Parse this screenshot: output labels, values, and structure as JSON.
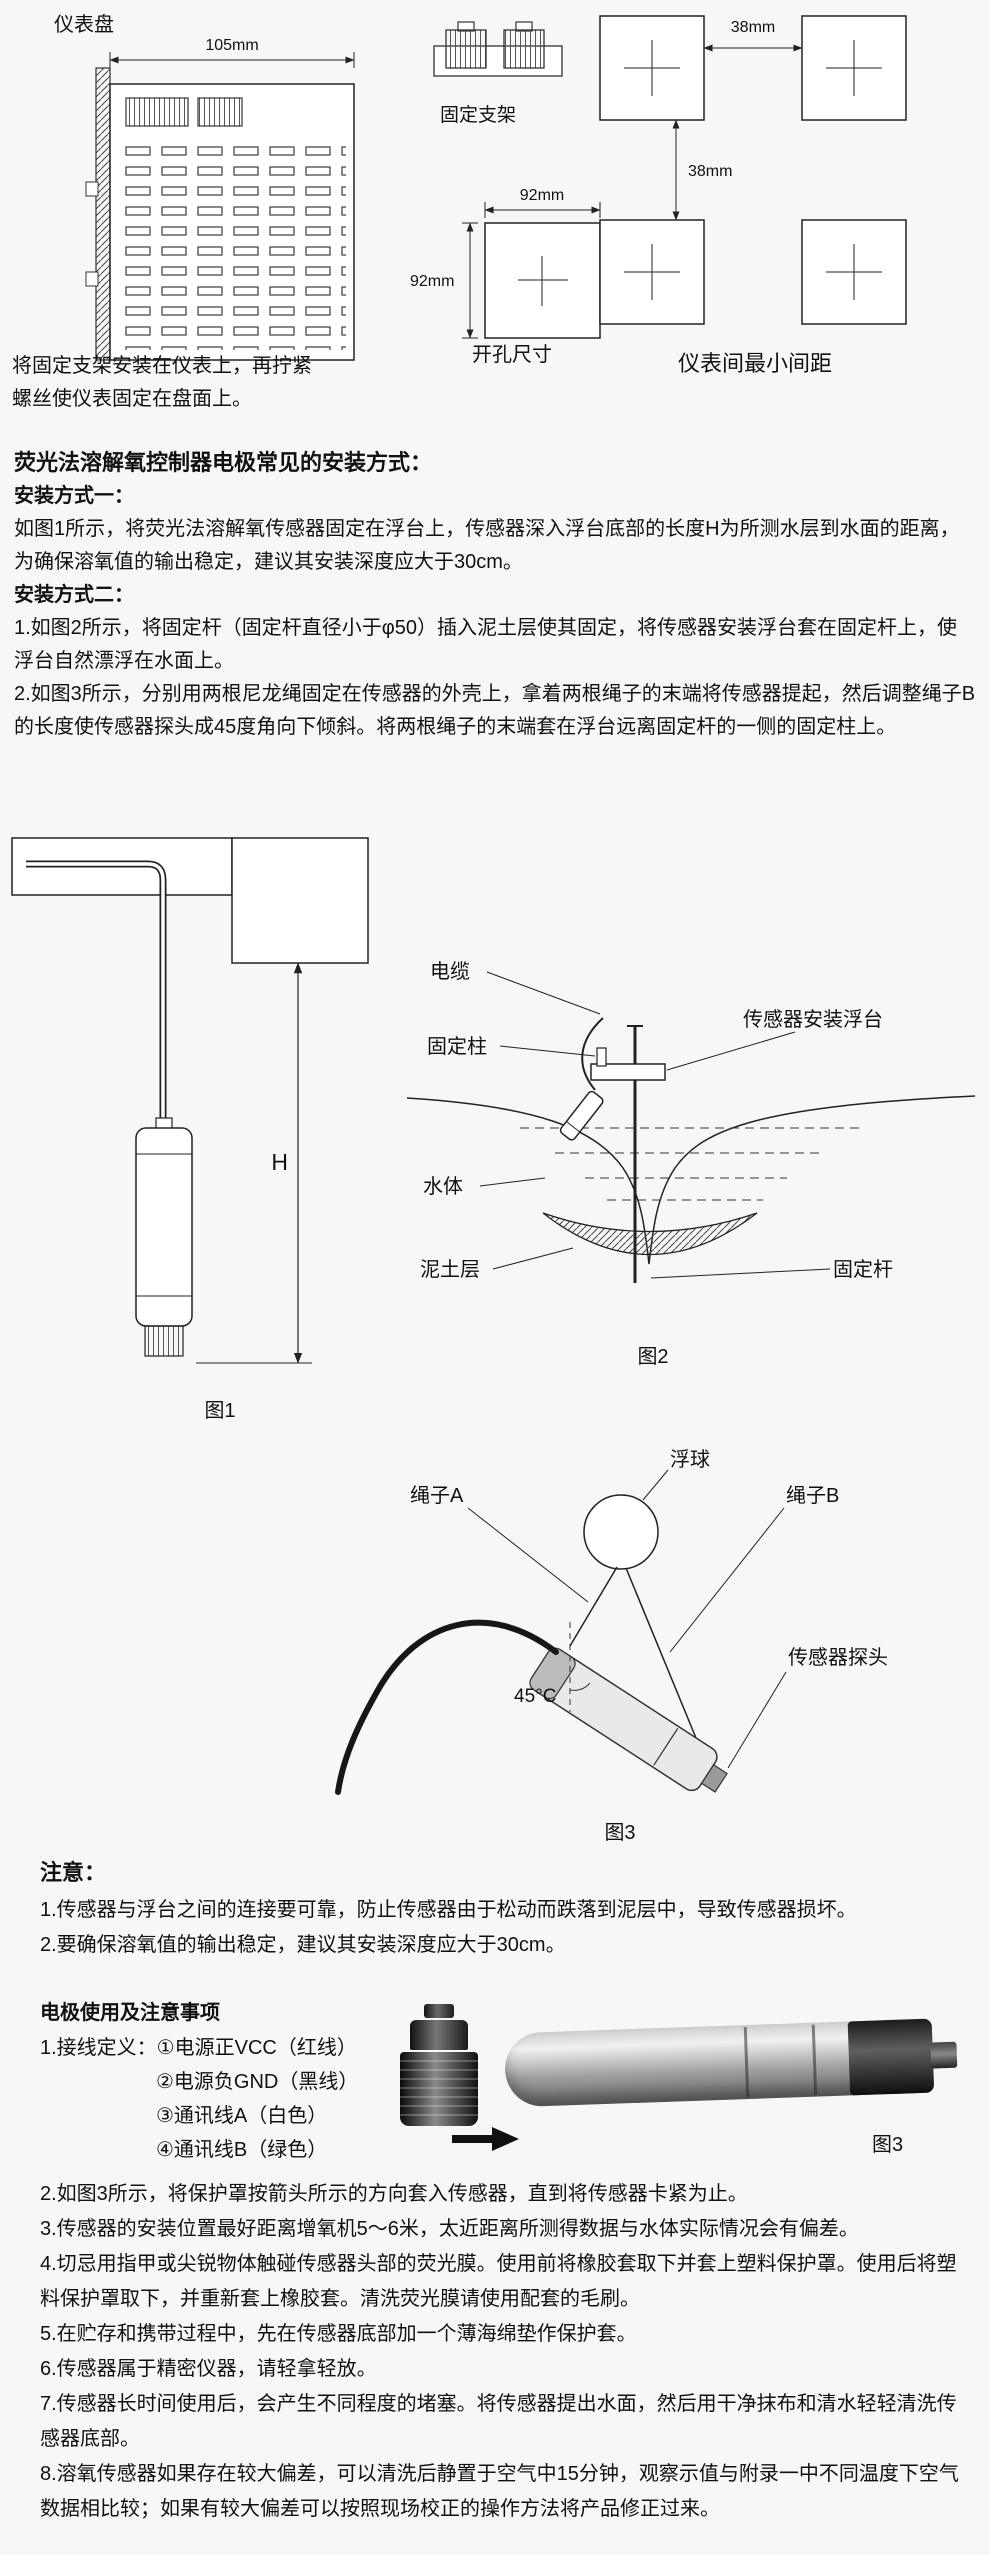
{
  "colors": {
    "ink": "#111111",
    "background": "#f7f7f5",
    "photo_dark": "#1b1b1b",
    "photo_gray": "#b5b5b5"
  },
  "top": {
    "panel_label": "仪表盘",
    "dim_105": "105mm",
    "bracket_label": "固定支架",
    "cutout_label": "开孔尺寸",
    "cutout_dim_w": "92mm",
    "cutout_dim_h": "92mm",
    "spacing_label": "仪表间最小间距",
    "spacing_dim_h": "38mm",
    "spacing_dim_v": "38mm",
    "caption_line1": "将固定支架安装在仪表上，再拧紧",
    "caption_line2": "螺丝使仪表固定在盘面上。"
  },
  "install": {
    "heading": "荧光法溶解氧控制器电极常见的安装方式：",
    "method1_title": "安装方式一：",
    "method1_text": "如图1所示，将荧光法溶解氧传感器固定在浮台上，传感器深入浮台底部的长度H为所测水层到水面的距离，为确保溶氧值的输出稳定，建议其安装深度应大于30cm。",
    "method2_title": "安装方式二：",
    "method2_step1": "1.如图2所示，将固定杆（固定杆直径小于φ50）插入泥土层使其固定，将传感器安装浮台套在固定杆上，使浮台自然漂浮在水面上。",
    "method2_step2": "2.如图3所示，分别用两根尼龙绳固定在传感器的外壳上，拿着两根绳子的末端将传感器提起，然后调整绳子B的长度使传感器探头成45度角向下倾斜。将两根绳子的末端套在浮台远离固定杆的一侧的固定柱上。"
  },
  "fig1": {
    "h_label": "H",
    "caption": "图1"
  },
  "fig2": {
    "cable": "电缆",
    "post": "固定柱",
    "float_platform": "传感器安装浮台",
    "water": "水体",
    "mud": "泥土层",
    "rod": "固定杆",
    "caption": "图2"
  },
  "fig3": {
    "ball": "浮球",
    "rope_a": "绳子A",
    "rope_b": "绳子B",
    "probe": "传感器探头",
    "angle": "45°C",
    "caption": "图3"
  },
  "notice": {
    "title": "注意：",
    "item1": "1.传感器与浮台之间的连接要可靠，防止传感器由于松动而跌落到泥层中，导致传感器损坏。",
    "item2": "2.要确保溶氧值的输出稳定，建议其安装深度应大于30cm。"
  },
  "usage": {
    "title": "电极使用及注意事项",
    "wiring_line1": "1.接线定义：①电源正VCC（红线）",
    "wiring_line2": "②电源负GND（黑线）",
    "wiring_line3": "③通讯线A（白色）",
    "wiring_line4": "④通讯线B（绿色）",
    "figure_caption": "图3",
    "item2": "2.如图3所示，将保护罩按箭头所示的方向套入传感器，直到将传感器卡紧为止。",
    "item3": "3.传感器的安装位置最好距离增氧机5～6米，太近距离所测得数据与水体实际情况会有偏差。",
    "item4": "4.切忌用指甲或尖锐物体触碰传感器头部的荧光膜。使用前将橡胶套取下并套上塑料保护罩。使用后将塑料保护罩取下，并重新套上橡胶套。清洗荧光膜请使用配套的毛刷。",
    "item5": "5.在贮存和携带过程中，先在传感器底部加一个薄海绵垫作保护套。",
    "item6": "6.传感器属于精密仪器，请轻拿轻放。",
    "item7": "7.传感器长时间使用后，会产生不同程度的堵塞。将传感器提出水面，然后用干净抹布和清水轻轻清洗传感器底部。",
    "item8": "8.溶氧传感器如果存在较大偏差，可以清洗后静置于空气中15分钟，观察示值与附录一中不同温度下空气数据相比较；如果有较大偏差可以按照现场校正的操作方法将产品修正过来。"
  }
}
